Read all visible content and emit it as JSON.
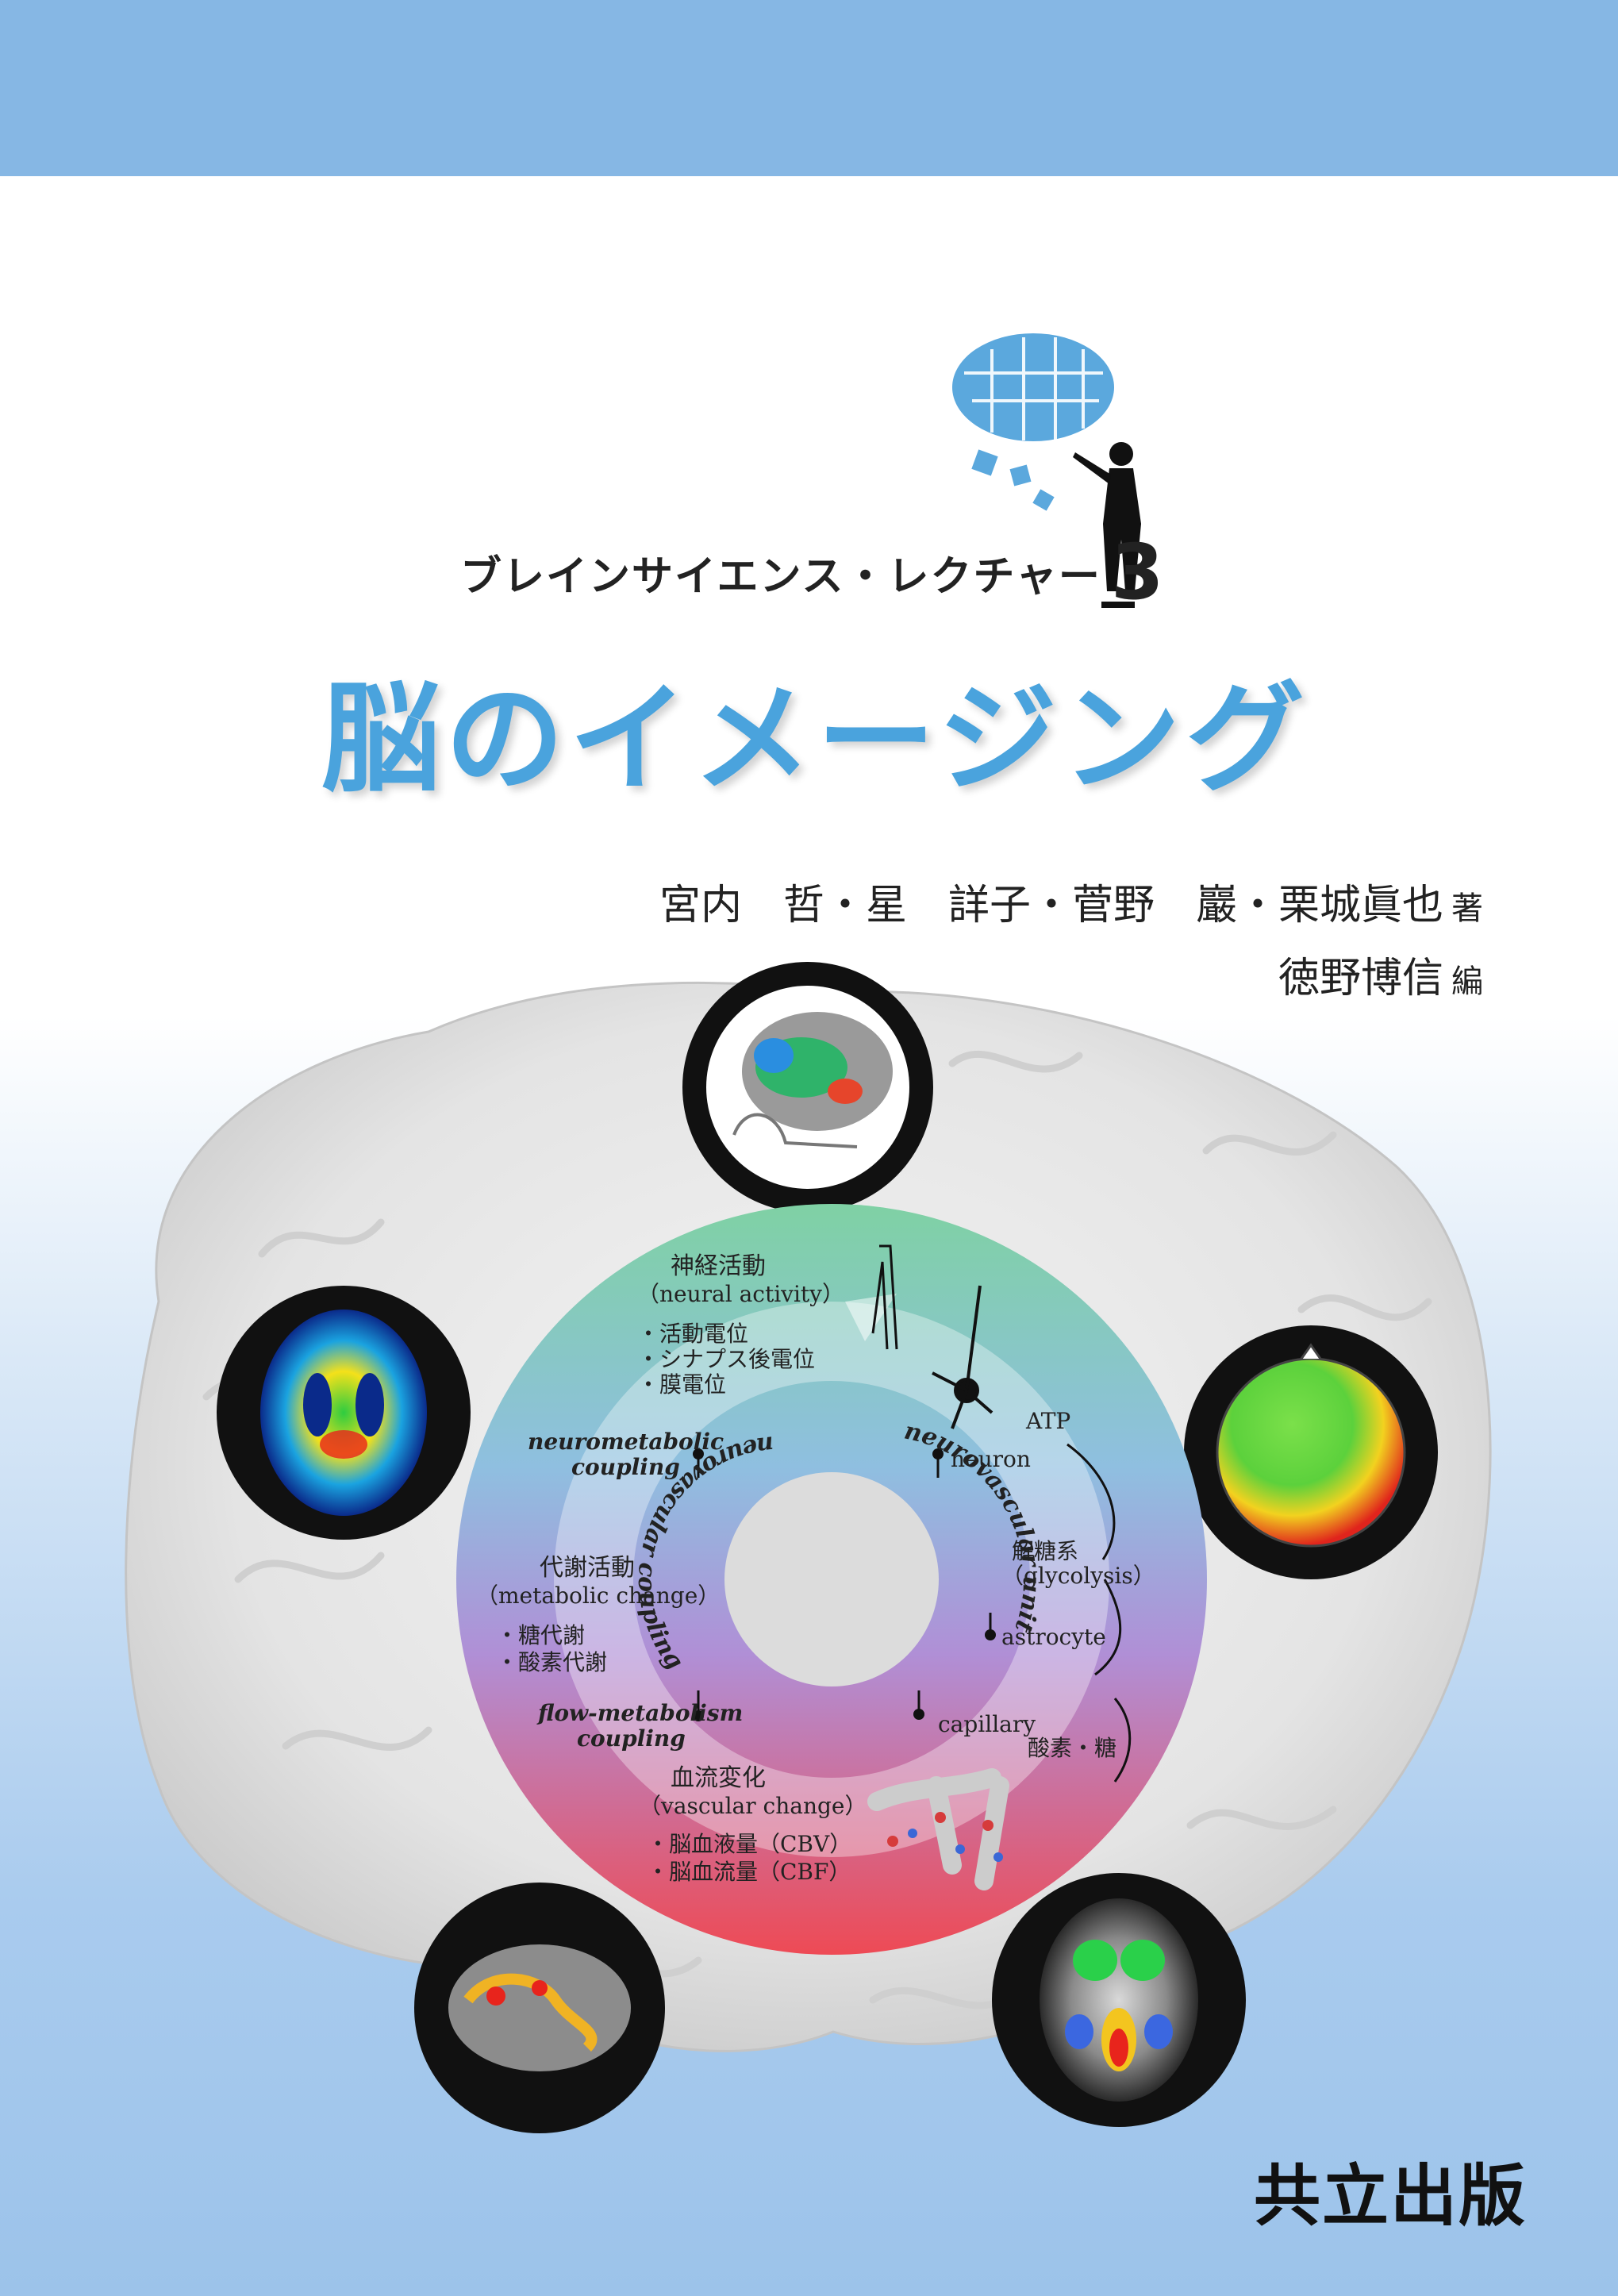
{
  "series": {
    "label": "ブレインサイエンス・レクチャー",
    "number": "3"
  },
  "title": "脳のイメージング",
  "authors": {
    "names": "宮内　哲・星　詳子・菅野　巖・栗城眞也",
    "role": "著"
  },
  "editor": {
    "name": "徳野博信",
    "role": "編"
  },
  "publisher": "共立出版",
  "diagram": {
    "neural_title": "神経活動",
    "neural_en": "（neural activity）",
    "neural_items": [
      "・活動電位",
      "・シナプス後電位",
      "・膜電位"
    ],
    "metabolic_title": "代謝活動",
    "metabolic_en": "（metabolic change）",
    "metabolic_items": [
      "・糖代謝",
      "・酸素代謝"
    ],
    "vascular_title": "血流変化",
    "vascular_en": "（vascular change）",
    "vascular_items": [
      "・脳血液量（CBV）",
      "・脳血流量（CBF）"
    ],
    "neurometabolic": [
      "neurometabolic",
      "coupling"
    ],
    "flow_metabolism": [
      "flow-metabolism",
      "coupling"
    ],
    "nvc_arc": "neurovascular coupling",
    "nvu_arc": "neurovascular unit",
    "atp": "ATP",
    "neuron": "neuron",
    "glycolysis_jp": "解糖系",
    "glycolysis_en": "（glycolysis）",
    "astrocyte": "astrocyte",
    "capillary": "capillary",
    "oxygen_sugar": "酸素・糖"
  },
  "colors": {
    "top_band": "#86b7e4",
    "title": "#4aa3dd",
    "ring_top": "#7fd1a4",
    "ring_mid": "#b08fd6",
    "ring_bottom": "#ee4a55"
  }
}
